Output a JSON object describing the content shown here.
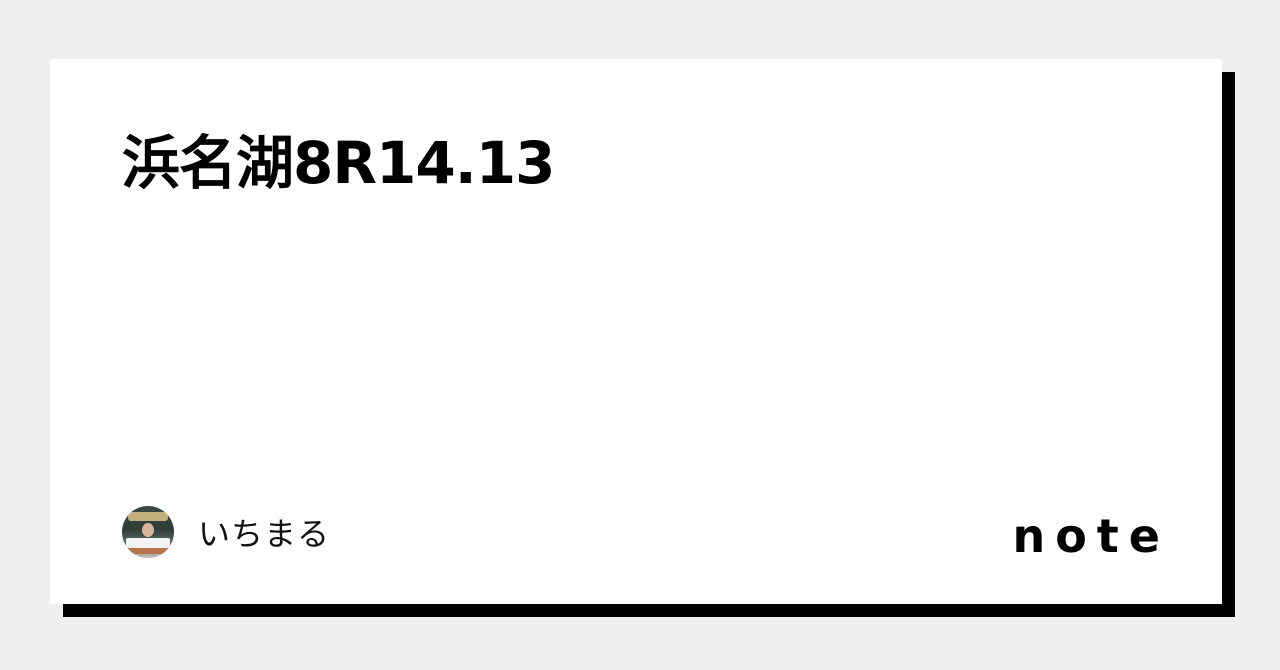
{
  "card": {
    "title": "浜名湖8R14.13"
  },
  "author": {
    "name": "いちまる",
    "avatar": "avatar-photo"
  },
  "brand": {
    "logo_text": "note"
  },
  "colors": {
    "background": "#efefef",
    "card": "#ffffff",
    "shadow": "#000000",
    "text": "#000000"
  }
}
